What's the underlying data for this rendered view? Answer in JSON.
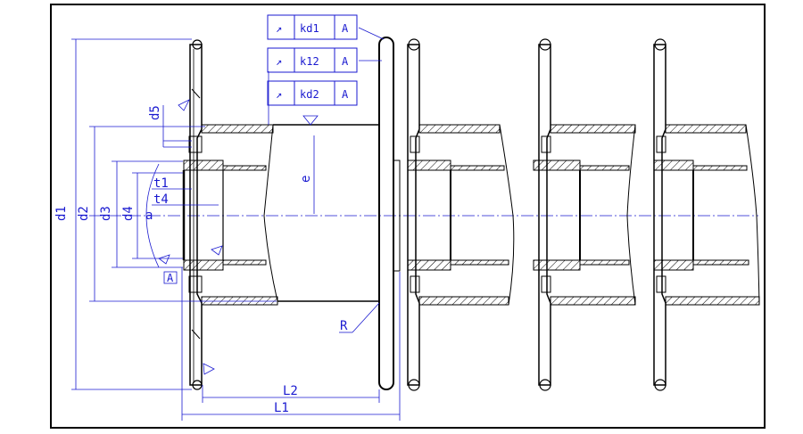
{
  "drawing": {
    "dimensions": {
      "d1": "d1",
      "d2": "d2",
      "d3": "d3",
      "d4": "d4",
      "d5": "d5",
      "t1": "t1",
      "t4": "t4",
      "a": "a",
      "e": "e",
      "R": "R",
      "L1": "L1",
      "L2": "L2"
    },
    "tolerance_frames": [
      {
        "symbol": "↗",
        "value": "kd1",
        "datum": "A"
      },
      {
        "symbol": "↗",
        "value": "k12",
        "datum": "A"
      },
      {
        "symbol": "↗",
        "value": "kd2",
        "datum": "A"
      }
    ],
    "datum_box": "A",
    "colors": {
      "geometry": "#000000",
      "dimension": "#1a1ad0",
      "hatch": "#000000"
    }
  }
}
